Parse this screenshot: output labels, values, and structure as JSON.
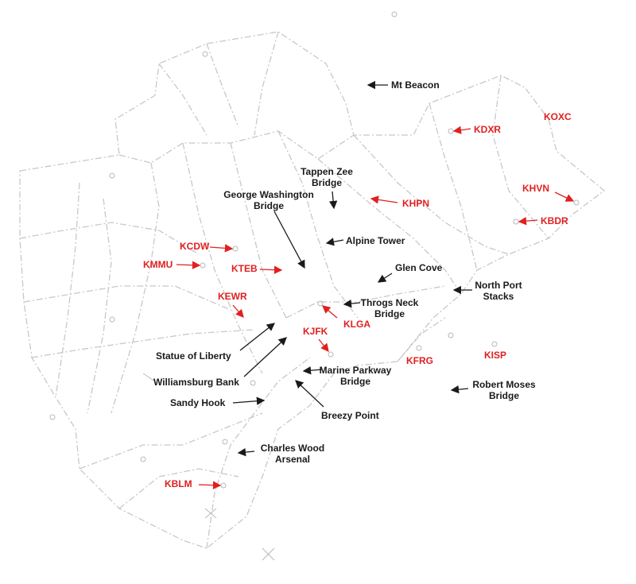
{
  "colors": {
    "landmark": "#1a1a1a",
    "airport": "#e02020",
    "boundary": "#c8c8c8"
  },
  "landmarks": {
    "mt_beacon": "Mt Beacon",
    "tappen_zee_1": "Tappen Zee",
    "tappen_zee_2": "Bridge",
    "gwb_1": "George Washington",
    "gwb_2": "Bridge",
    "alpine_tower": "Alpine Tower",
    "glen_cove": "Glen Cove",
    "north_port_1": "North Port",
    "north_port_2": "Stacks",
    "throgs_1": "Throgs Neck",
    "throgs_2": "Bridge",
    "statue_of_liberty": "Statue of Liberty",
    "williamsburg_bank": "Williamsburg Bank",
    "marine_parkway_1": "Marine Parkway",
    "marine_parkway_2": "Bridge",
    "robert_moses_1": "Robert Moses",
    "robert_moses_2": "Bridge",
    "sandy_hook": "Sandy Hook",
    "breezy_point": "Breezy Point",
    "charles_wood_1": "Charles Wood",
    "charles_wood_2": "Arsenal"
  },
  "airports": {
    "koxc": "KOXC",
    "kdxr": "KDXR",
    "khvn": "KHVN",
    "khpn": "KHPN",
    "kbdr": "KBDR",
    "kcdw": "KCDW",
    "kmmu": "KMMU",
    "kteb": "KTEB",
    "kewr": "KEWR",
    "klga": "KLGA",
    "kjfk": "KJFK",
    "kfrg": "KFRG",
    "kisp": "KISP",
    "kblm": "KBLM"
  }
}
